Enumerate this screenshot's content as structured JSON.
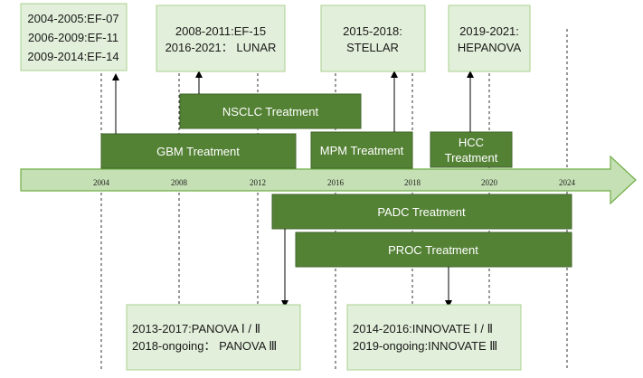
{
  "timeline": {
    "years": [
      "2004",
      "2008",
      "2012",
      "2016",
      "2018",
      "2020",
      "2024"
    ]
  },
  "treatments": {
    "gbm": "GBM Treatment",
    "nsclc": "NSCLC Treatment",
    "mpm": "MPM Treatment",
    "hcc_line1": "HCC",
    "hcc_line2": "Treatment",
    "padc": "PADC Treatment",
    "proc": "PROC Treatment"
  },
  "trials": {
    "gbm": [
      "2004-2005:EF-07",
      "2006-2009:EF-11",
      "2009-2014:EF-14"
    ],
    "nsclc": [
      "2008-2011:EF-15",
      "2016-2021： LUNAR"
    ],
    "mpm": [
      "2015-2018:",
      "STELLAR"
    ],
    "hcc": [
      "2019-2021:",
      "HEPANOVA"
    ],
    "padc": [
      "2013-2017:PANOVA Ⅰ / Ⅱ",
      "2018-ongoing： PANOVA Ⅲ"
    ],
    "proc": [
      "2014-2016:INNOVATE Ⅰ / Ⅱ",
      "2019-ongoing:INNOVATE Ⅲ"
    ]
  },
  "colors": {
    "bar_fill": "#548235",
    "box_fill": "#e2efda",
    "box_border": "#a9d18e",
    "arrow_fill": "#c5e0b4",
    "arrow_border": "#70ad47"
  }
}
